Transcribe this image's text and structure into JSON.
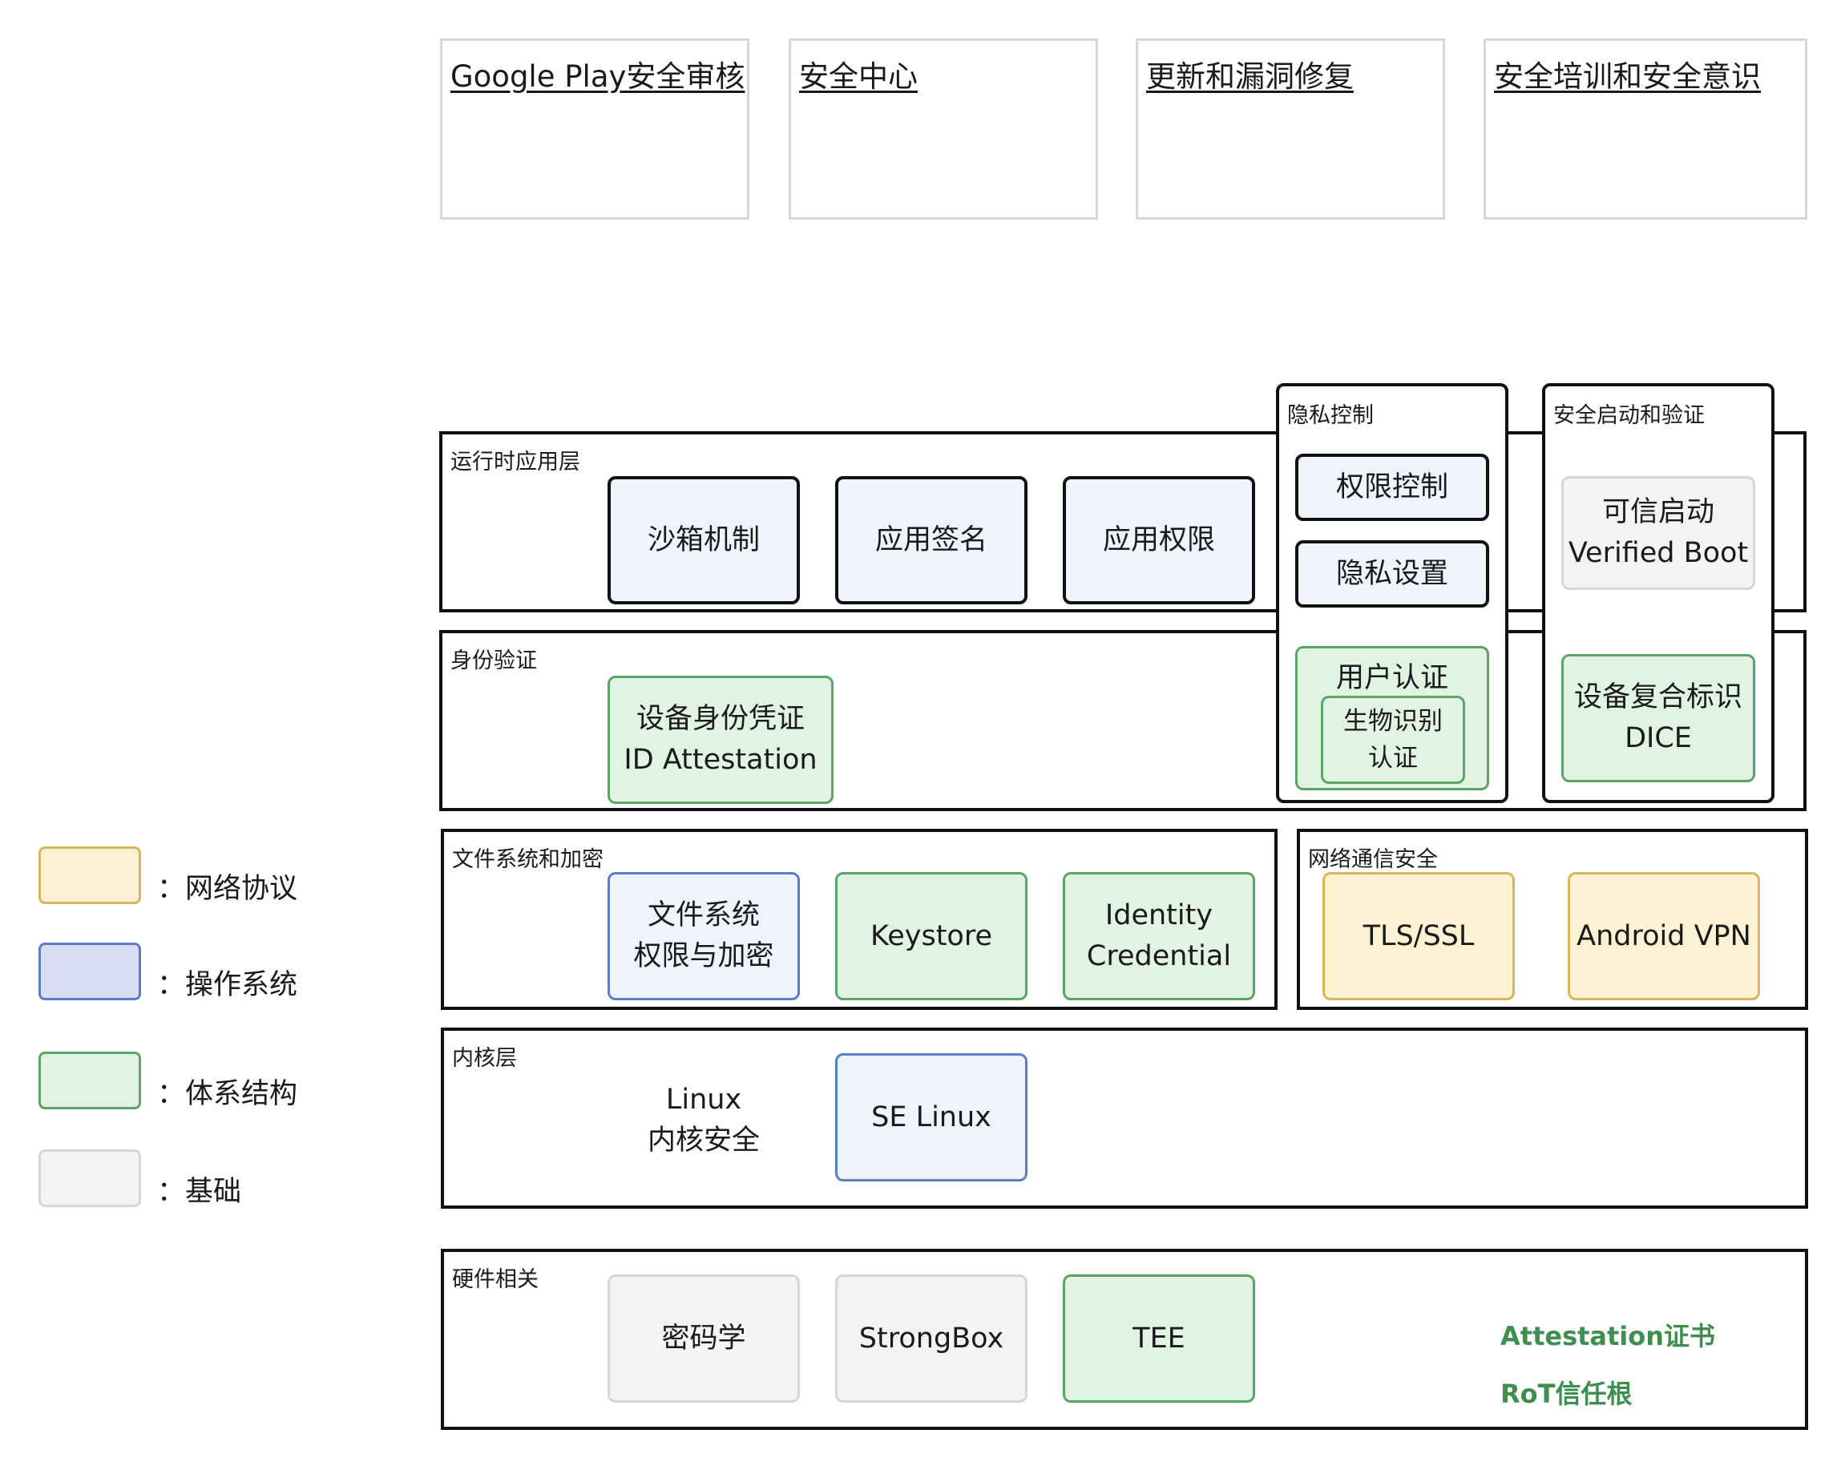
{
  "top_links": [
    "Google Play安全审核",
    "安全中心",
    "更新和漏洞修复",
    "安全培训和安全意识"
  ],
  "layers": {
    "runtime": {
      "label": "运行时应用层",
      "items": [
        "沙箱机制",
        "应用签名",
        "应用权限"
      ]
    },
    "identity": {
      "label": "身份验证",
      "device_id": [
        "设备身份凭证",
        "ID Attestation"
      ]
    },
    "filesystem": {
      "label": "文件系统和加密",
      "fs": [
        "文件系统",
        "权限与加密"
      ],
      "keystore": "Keystore",
      "identity_credential": [
        "Identity",
        "Credential"
      ]
    },
    "network": {
      "label": "网络通信安全",
      "tls": "TLS/SSL",
      "vpn": "Android VPN"
    },
    "kernel": {
      "label": "内核层",
      "linux": [
        "Linux",
        "内核安全"
      ],
      "selinux": "SE Linux"
    },
    "hardware": {
      "label": "硬件相关",
      "crypto": "密码学",
      "strongbox": "StrongBox",
      "tee": "TEE",
      "attestation": "Attestation证书",
      "rot": "RoT信任根"
    }
  },
  "privacy_panel": {
    "label": "隐私控制",
    "permission_control": "权限控制",
    "privacy_settings": "隐私设置",
    "user_auth": "用户认证",
    "biometric": [
      "生物识别",
      "认证"
    ]
  },
  "boot_panel": {
    "label": "安全启动和验证",
    "verified_boot": [
      "可信启动",
      "Verified Boot"
    ],
    "dice": [
      "设备复合标识",
      "DICE"
    ]
  },
  "legend": [
    {
      "label": "：网络协议",
      "color": "#fdf1d3",
      "border": "#d8b55e"
    },
    {
      "label": "：操作系统",
      "color": "#d9def5",
      "border": "#5a7fc4"
    },
    {
      "label": "：体系结构",
      "color": "#e1f4e4",
      "border": "#5aa566"
    },
    {
      "label": "：基础",
      "color": "#f3f3f3",
      "border": "#d6d6d6"
    }
  ]
}
